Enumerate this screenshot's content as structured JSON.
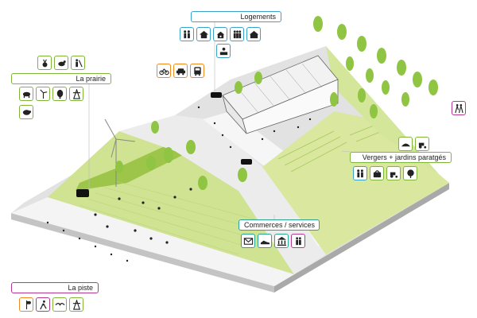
{
  "labels": {
    "logements": "Logements",
    "la_prairie": "La prairie",
    "vergers": "Vergers + jardins paratgés",
    "commerces": "Commerces / services",
    "la_piste": "La piste"
  },
  "colors": {
    "logements": "#3aa3c9",
    "prairie": "#7fb539",
    "transport": "#f08a1e",
    "commerces": "#2aa593",
    "piste": "#b23a93",
    "grass": "#d7e89a",
    "grass_dark": "#a9cc52",
    "tree": "#8fc543",
    "pavement": "#e9e9e9",
    "slab_side": "#bdbdbd"
  },
  "icon_groups": {
    "logements": [
      "family-icon",
      "house-icon",
      "daycare-icon",
      "people-icon",
      "elderly-icon"
    ],
    "logements_extra": [
      "solar-panel-icon"
    ],
    "transport": [
      "bicycle-icon",
      "car-icon",
      "bus-icon"
    ],
    "prairie_top": [
      "beet-icon",
      "animal-icon",
      "farmer-icon"
    ],
    "prairie": [
      "cow-icon",
      "wind-turbine-icon",
      "balloon-icon",
      "pylon-icon"
    ],
    "prairie_extra": [
      "sheep-icon"
    ],
    "vergers_top": [
      "harvest-icon",
      "tractor-icon"
    ],
    "vergers": [
      "family-icon",
      "bag-icon",
      "tractor-icon",
      "tree-icon"
    ],
    "commerces": [
      "mail-icon",
      "shoe-icon",
      "bank-icon",
      "people-icon"
    ],
    "piste": [
      "signpost-icon",
      "runner-icon",
      "bird-icon",
      "pylon-icon"
    ],
    "extra_right": [
      "walkers-icon"
    ]
  }
}
